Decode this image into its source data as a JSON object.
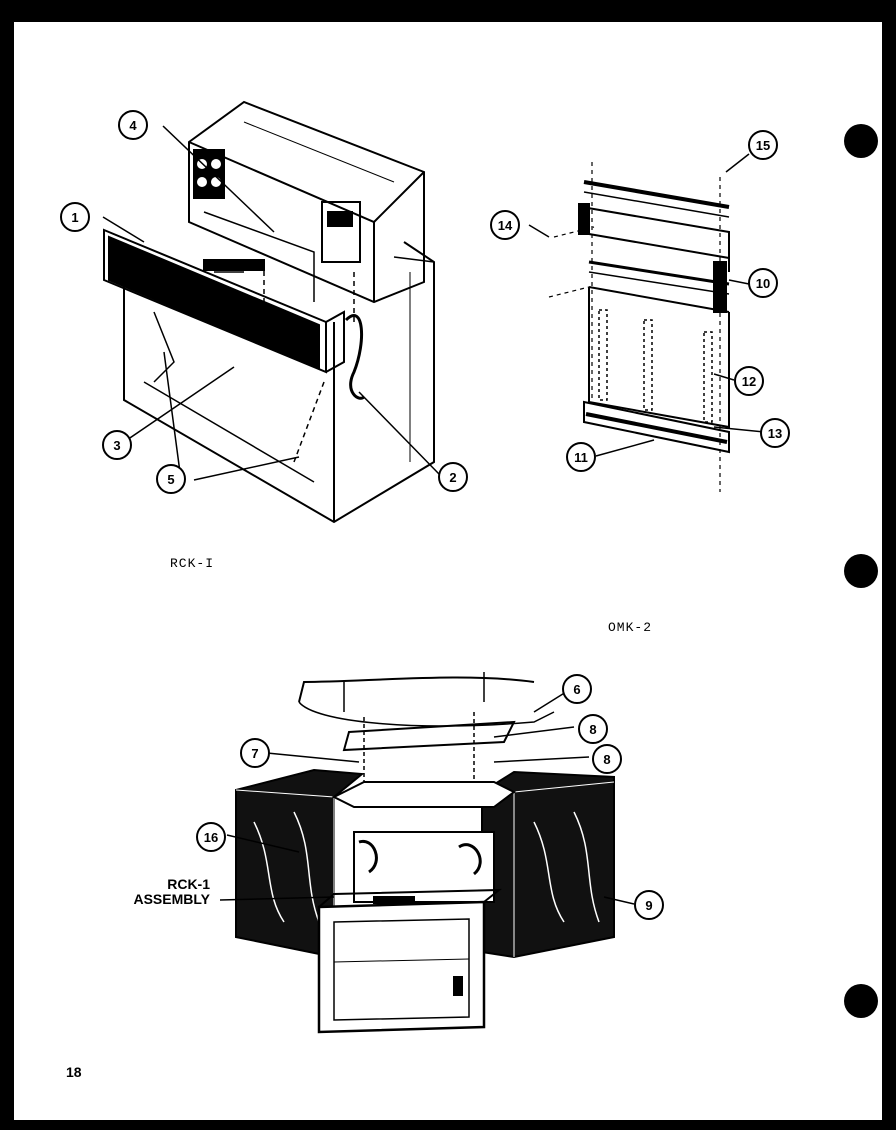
{
  "drawings": {
    "rck1": {
      "label": "RCK-I"
    },
    "omk2": {
      "label": "OMK-2"
    },
    "assembly": {
      "label_line1": "RCK-1",
      "label_line2": "ASSEMBLY"
    }
  },
  "callouts": {
    "c1": "1",
    "c2": "2",
    "c3": "3",
    "c4": "4",
    "c5": "5",
    "c6": "6",
    "c7": "7",
    "c8a": "8",
    "c8b": "8",
    "c9": "9",
    "c10": "10",
    "c11": "11",
    "c12": "12",
    "c13": "13",
    "c14": "14",
    "c15": "15",
    "c16": "16"
  },
  "page_number": "18"
}
